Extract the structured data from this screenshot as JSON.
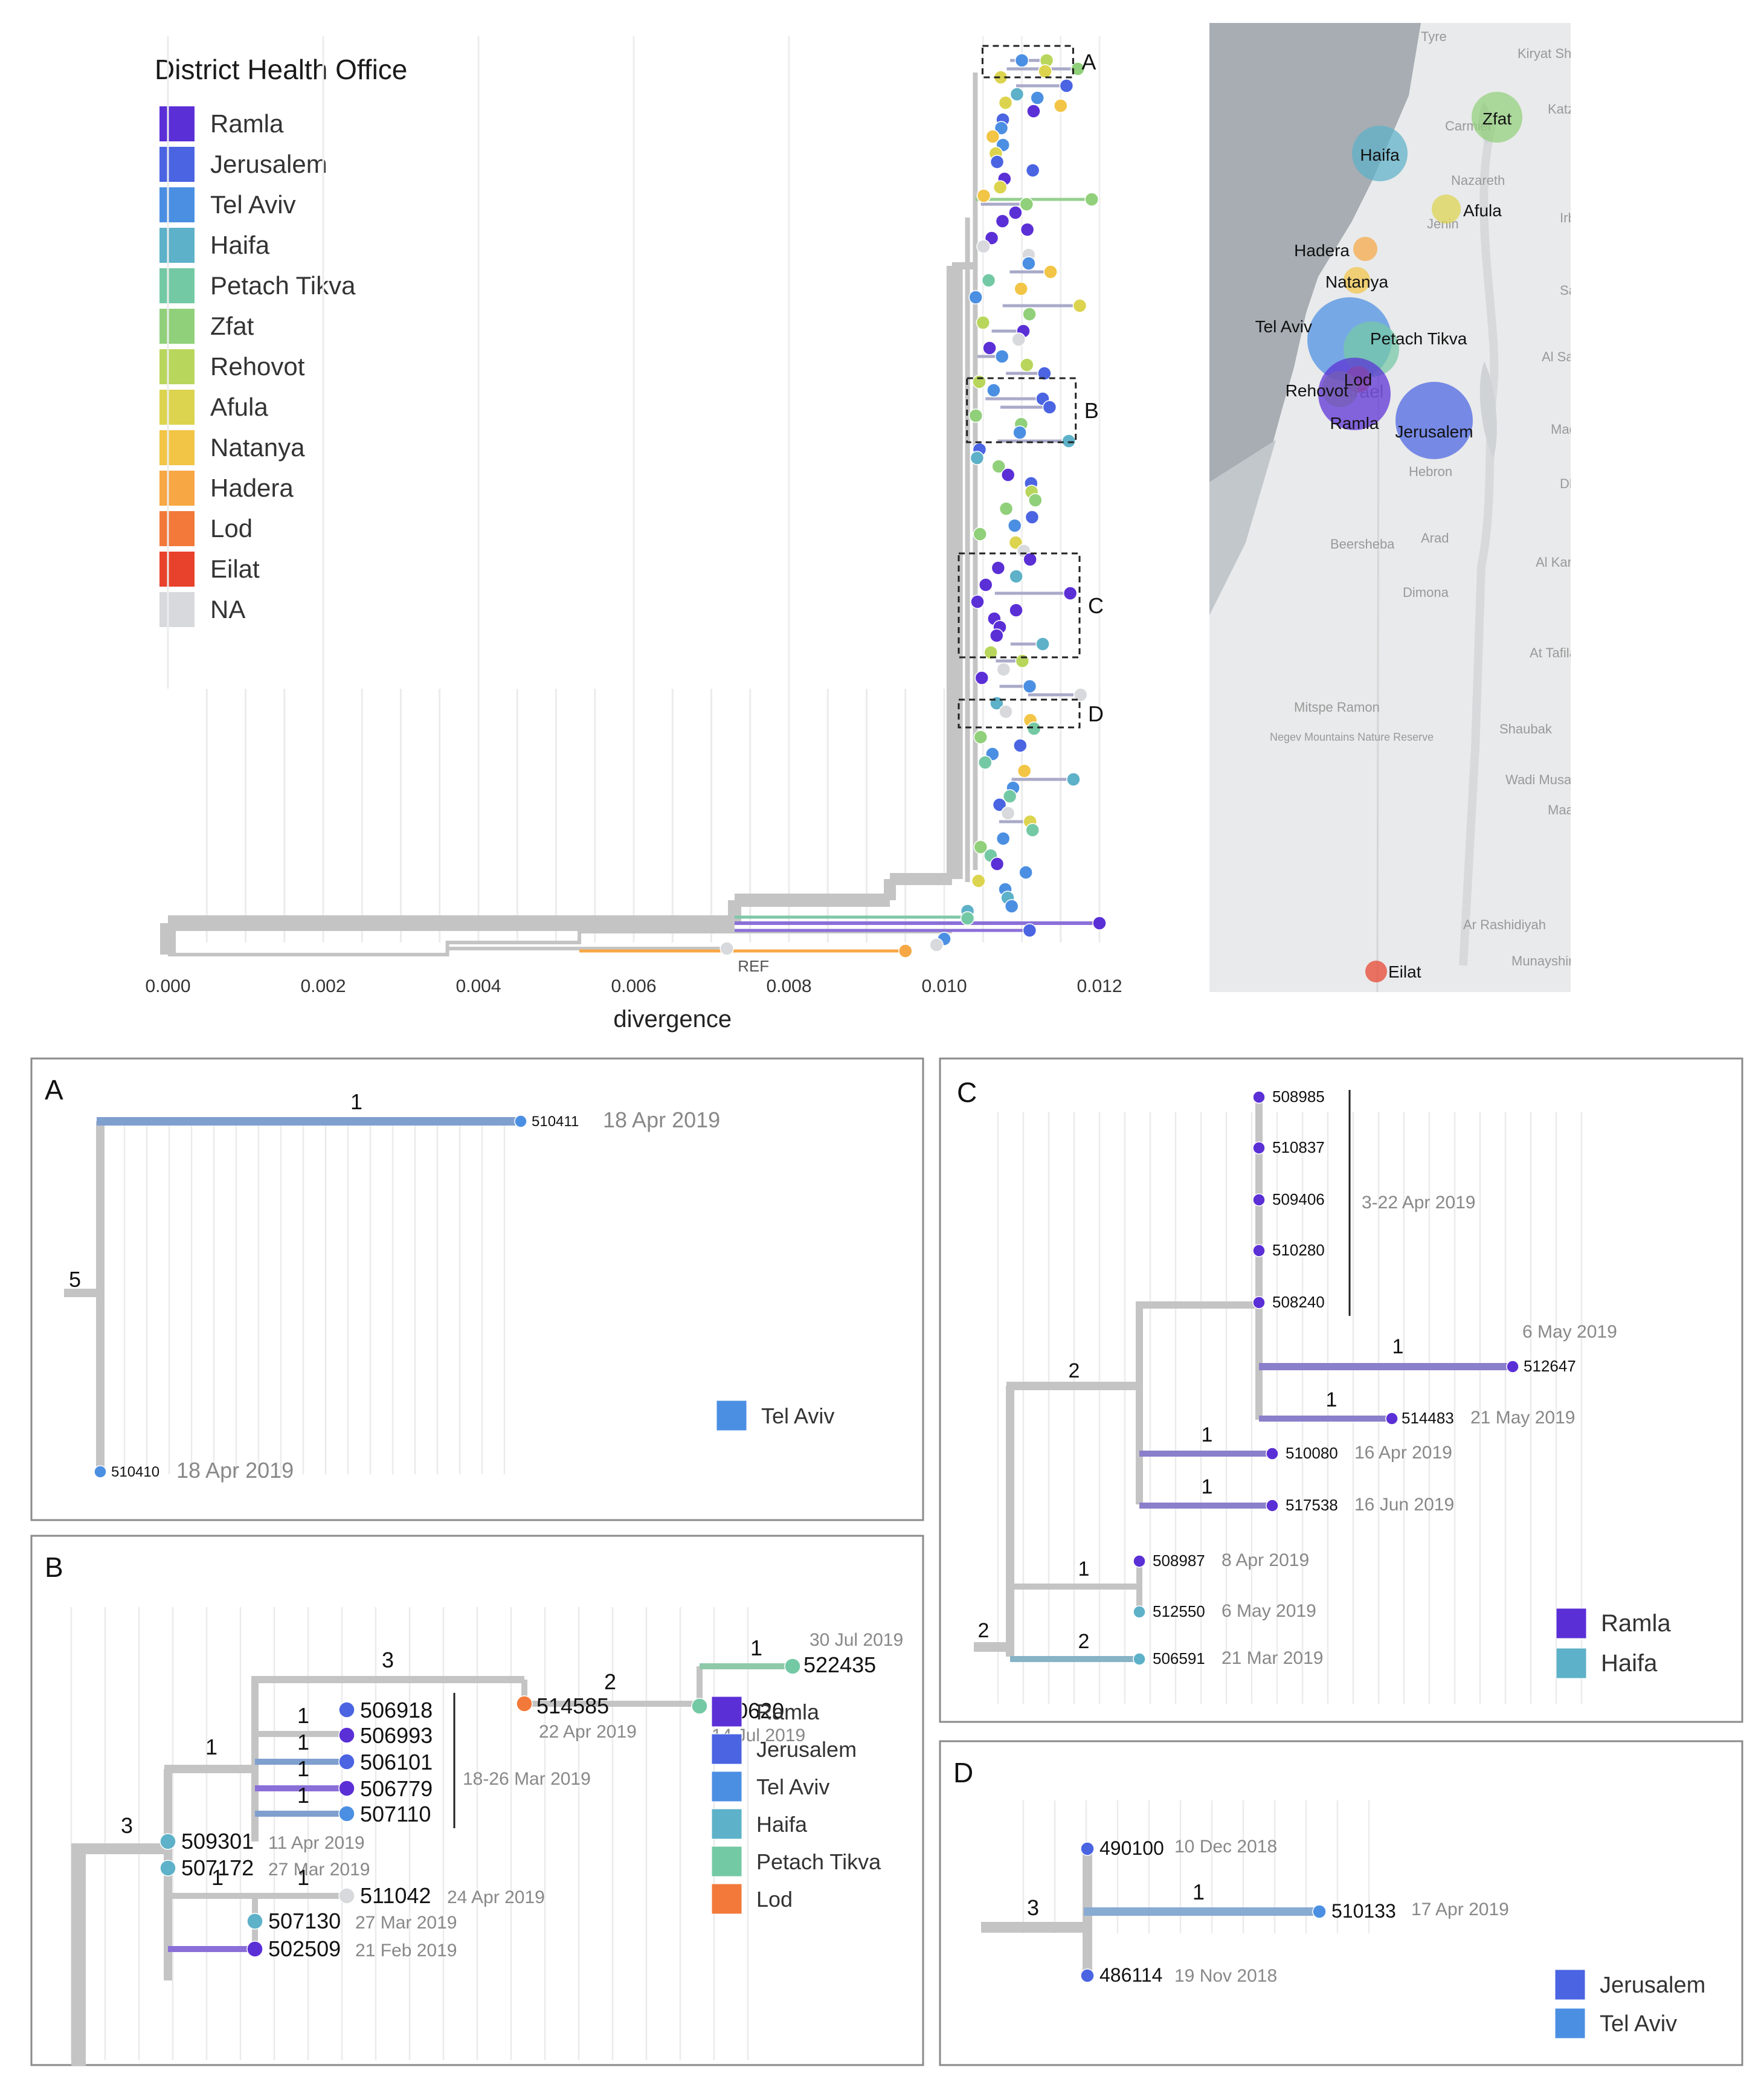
{
  "legend": {
    "title": "District Health Office",
    "items": [
      {
        "label": "Ramla",
        "color": "#5b2fd6"
      },
      {
        "label": "Jerusalem",
        "color": "#4a64e2"
      },
      {
        "label": "Tel Aviv",
        "color": "#4b8fe3"
      },
      {
        "label": "Haifa",
        "color": "#5db1c8"
      },
      {
        "label": "Petach Tikva",
        "color": "#74c9a5"
      },
      {
        "label": "Zfat",
        "color": "#91d07a"
      },
      {
        "label": "Rehovot",
        "color": "#b9d65c"
      },
      {
        "label": "Afula",
        "color": "#dcd44e"
      },
      {
        "label": "Natanya",
        "color": "#f2c546"
      },
      {
        "label": "Hadera",
        "color": "#f7a744"
      },
      {
        "label": "Lod",
        "color": "#f2793a"
      },
      {
        "label": "Eilat",
        "color": "#e8422c"
      },
      {
        "label": "NA",
        "color": "#d7d9dc"
      }
    ]
  },
  "main_tree": {
    "xlabel": "divergence",
    "ticks": [
      "0.000",
      "0.002",
      "0.004",
      "0.006",
      "0.008",
      "0.010",
      "0.012"
    ],
    "ref_label": "REF",
    "boxes": [
      "A",
      "B",
      "C",
      "D"
    ]
  },
  "map": {
    "places": [
      "Tyre",
      "Kiryat Shmona",
      "Katzrin",
      "Carmiel",
      "Nazareth",
      "Jenin",
      "Irbid",
      "Sakib",
      "Al Salt",
      "Madaba",
      "Hebron",
      "Dhiban",
      "Beersheba",
      "Arad",
      "Al Karak",
      "Dimona",
      "At Tafila",
      "Mitspe Ramon",
      "Negev Mountains Nature Reserve",
      "Shaubak",
      "Wadi Musa",
      "Maan",
      "Ar Rashidiyah",
      "Munayshir",
      "Israel"
    ],
    "bubbles": [
      {
        "label": "Zfat",
        "color": "#91d07a"
      },
      {
        "label": "Haifa",
        "color": "#5db1c8"
      },
      {
        "label": "Afula",
        "color": "#dcd44e"
      },
      {
        "label": "Hadera",
        "color": "#f7a744"
      },
      {
        "label": "Natanya",
        "color": "#f2c546"
      },
      {
        "label": "Tel Aviv",
        "color": "#4b8fe3"
      },
      {
        "label": "Petach Tikva",
        "color": "#74c9a5"
      },
      {
        "label": "Lod",
        "color": "#f2793a"
      },
      {
        "label": "Rehovot",
        "color": "#b9d65c"
      },
      {
        "label": "Ramla",
        "color": "#5b2fd6"
      },
      {
        "label": "Jerusalem",
        "color": "#4a64e2"
      },
      {
        "label": "Eilat",
        "color": "#e8422c"
      }
    ]
  },
  "panelA": {
    "letter": "A",
    "n1": "1",
    "n5": "5",
    "leaf1": "510411",
    "date1": "18 Apr 2019",
    "leaf2": "510410",
    "date2": "18 Apr 2019",
    "legend": [
      {
        "label": "Tel Aviv",
        "color": "#4b8fe3"
      }
    ]
  },
  "panelB": {
    "letter": "B",
    "leaves": [
      {
        "id": "522435",
        "date": "30 Jul 2019"
      },
      {
        "id": "520620",
        "date": "14 Jul 2019"
      },
      {
        "id": "514585",
        "date": "22 Apr 2019"
      },
      {
        "id": "506918",
        "date": ""
      },
      {
        "id": "506993",
        "date": ""
      },
      {
        "id": "506101",
        "date": ""
      },
      {
        "id": "506779",
        "date": ""
      },
      {
        "id": "507110",
        "date": ""
      },
      {
        "id": "509301",
        "date": "11 Apr 2019"
      },
      {
        "id": "507172",
        "date": "27 Mar 2019"
      },
      {
        "id": "511042",
        "date": "24 Apr 2019"
      },
      {
        "id": "507130",
        "date": "27 Mar 2019"
      },
      {
        "id": "502509",
        "date": "21 Feb 2019"
      }
    ],
    "bracket_date": "18-26 Mar 2019",
    "numbers": [
      "3",
      "1",
      "3",
      "2",
      "1",
      "1",
      "1",
      "1",
      "1",
      "1",
      "1"
    ],
    "legend": [
      {
        "label": "Ramla",
        "color": "#5b2fd6"
      },
      {
        "label": "Jerusalem",
        "color": "#4a64e2"
      },
      {
        "label": "Tel Aviv",
        "color": "#4b8fe3"
      },
      {
        "label": "Haifa",
        "color": "#5db1c8"
      },
      {
        "label": "Petach Tikva",
        "color": "#74c9a5"
      },
      {
        "label": "Lod",
        "color": "#f2793a"
      }
    ]
  },
  "panelC": {
    "letter": "C",
    "leaves": [
      {
        "id": "508985",
        "date": ""
      },
      {
        "id": "510837",
        "date": ""
      },
      {
        "id": "509406",
        "date": ""
      },
      {
        "id": "510280",
        "date": ""
      },
      {
        "id": "508240",
        "date": ""
      },
      {
        "id": "512647",
        "date": "6 May 2019"
      },
      {
        "id": "514483",
        "date": "21 May 2019"
      },
      {
        "id": "510080",
        "date": "16 Apr 2019"
      },
      {
        "id": "517538",
        "date": "16 Jun 2019"
      },
      {
        "id": "508987",
        "date": "8 Apr 2019"
      },
      {
        "id": "512550",
        "date": "6 May 2019"
      },
      {
        "id": "506591",
        "date": "21 Mar 2019"
      }
    ],
    "bracket_date": "3-22 Apr 2019",
    "numbers": [
      "2",
      "2",
      "1",
      "1",
      "1",
      "1",
      "1",
      "2"
    ],
    "legend": [
      {
        "label": "Ramla",
        "color": "#5b2fd6"
      },
      {
        "label": "Haifa",
        "color": "#5db1c8"
      }
    ]
  },
  "panelD": {
    "letter": "D",
    "leaves": [
      {
        "id": "490100",
        "date": "10 Dec 2018"
      },
      {
        "id": "510133",
        "date": "17 Apr 2019"
      },
      {
        "id": "486114",
        "date": "19 Nov 2018"
      }
    ],
    "numbers": [
      "3",
      "1"
    ],
    "legend": [
      {
        "label": "Jerusalem",
        "color": "#4a64e2"
      },
      {
        "label": "Tel Aviv",
        "color": "#4b8fe3"
      }
    ]
  }
}
